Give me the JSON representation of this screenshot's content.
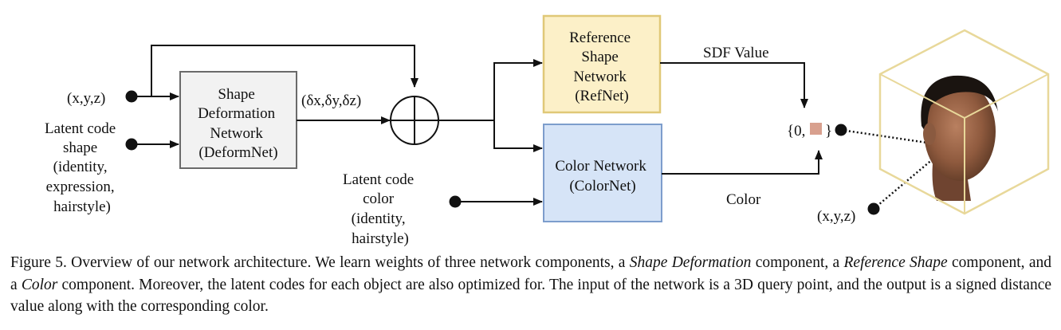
{
  "diagram": {
    "inputs": {
      "xyz": "(x,y,z)",
      "latent_shape": [
        "Latent code",
        "shape",
        "(identity,",
        "expression,",
        "hairstyle)"
      ],
      "latent_color": [
        "Latent code",
        "color",
        "(identity,",
        "hairstyle)"
      ],
      "xyz_query": "(x,y,z)"
    },
    "blocks": {
      "deformnet": [
        "Shape",
        "Deformation",
        "Network",
        "(DeformNet)"
      ],
      "refnet": [
        "Reference",
        "Shape",
        "Network",
        "(RefNet)"
      ],
      "colornet": [
        "Color Network",
        "(ColorNet)"
      ]
    },
    "labels": {
      "delta": "(δx,δy,δz)",
      "sdf": "SDF Value",
      "color": "Color",
      "output_left": "{0,",
      "output_right": "}"
    },
    "colors": {
      "refnet_fill": "#fcf0c8",
      "refnet_stroke": "#e0c877",
      "colornet_fill": "#d6e4f7",
      "colornet_stroke": "#7d9dcc",
      "deformnet_fill": "#f2f2f2",
      "deformnet_stroke": "#6a6a6a",
      "output_swatch": "#d8a08e",
      "cube_stroke": "#e8d89a",
      "line": "#111111"
    }
  },
  "caption": {
    "figure_label": "Figure 5.",
    "text_1": " Overview of our network architecture.  We learn weights of three network components, a ",
    "em_1": "Shape Deformation",
    "text_2": " component, a ",
    "em_2": "Reference Shape",
    "text_3": " component, and a ",
    "em_3": "Color",
    "text_4": " component. Moreover, the latent codes for each object are also optimized for. The input of the network is a 3D query point, and the output is a signed distance value along with the corresponding color."
  }
}
